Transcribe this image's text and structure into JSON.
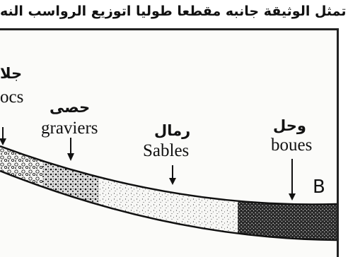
{
  "caption": "تمثل الوثيقة جانبه مقطعا طوليا اتوزيع الرواسب النه",
  "labels": {
    "blocs": {
      "ar": "جلا",
      "fr": "ocs"
    },
    "graviers": {
      "ar": "حصى",
      "fr": "graviers"
    },
    "sables": {
      "ar": "رمال",
      "fr": "Sables"
    },
    "boues": {
      "ar": "وحل",
      "fr": "boues"
    }
  },
  "point_label": "B"
}
